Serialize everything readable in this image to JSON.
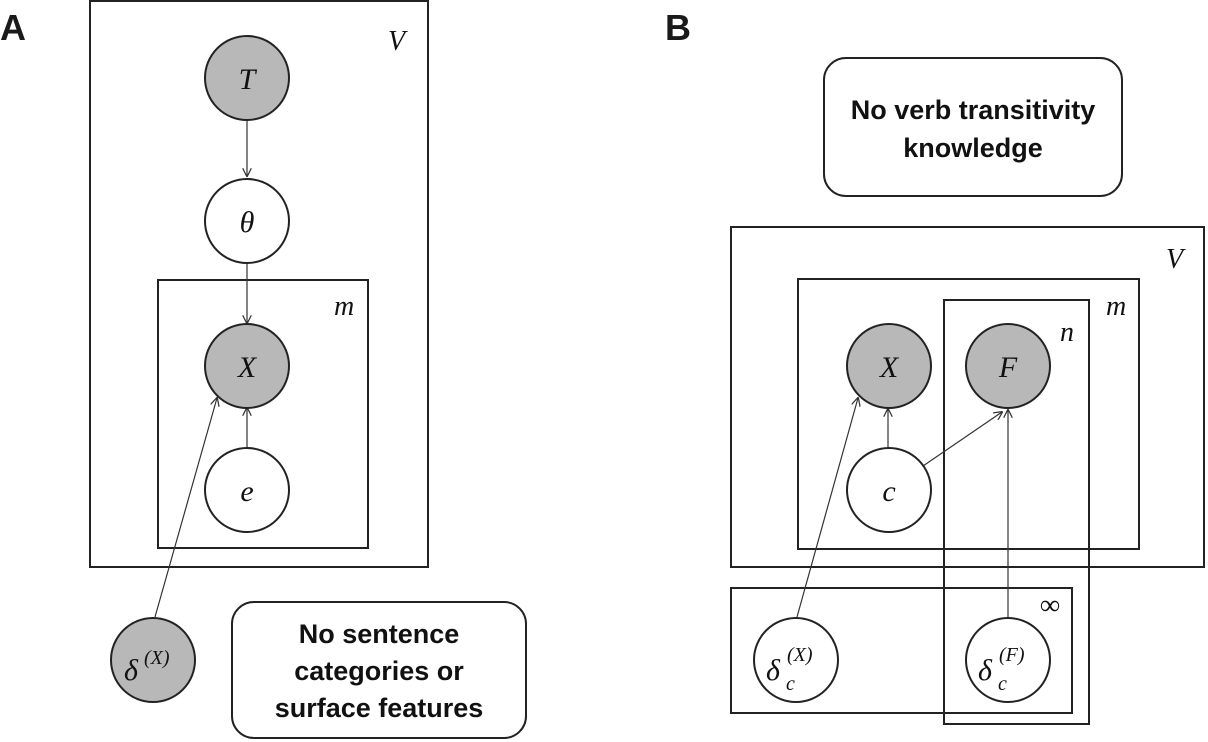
{
  "panels": {
    "a": {
      "letter": "A",
      "plates": {
        "outer": "V",
        "inner": "m"
      },
      "nodes": {
        "T": "T",
        "theta": "θ",
        "X": "X",
        "e": "e",
        "delta_base": "δ",
        "delta_sup": "(X)"
      },
      "note": {
        "line1": "No sentence",
        "line2": "categories or",
        "line3": "surface features"
      }
    },
    "b": {
      "letter": "B",
      "plates": {
        "outer": "V",
        "middle": "m",
        "n": "n",
        "infinity": "∞"
      },
      "nodes": {
        "X": "X",
        "F": "F",
        "c": "c",
        "delta_x_base": "δ",
        "delta_x_sub": "c",
        "delta_x_sup": "(X)",
        "delta_f_base": "δ",
        "delta_f_sub": "c",
        "delta_f_sup": "(F)"
      },
      "note": {
        "line1": "No verb transitivity",
        "line2": "knowledge"
      }
    }
  },
  "colors": {
    "observed_fill": "#b8b8b8",
    "latent_fill": "#ffffff",
    "stroke": "#222222"
  }
}
